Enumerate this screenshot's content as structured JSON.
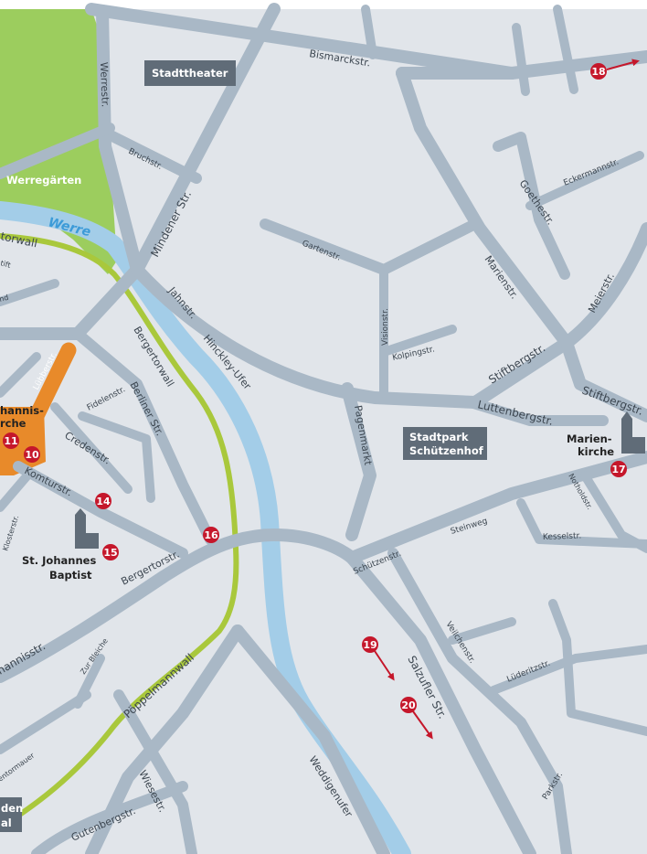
{
  "colors": {
    "background": "#e1e5ea",
    "road": "#a9b8c6",
    "river": "#a3cde8",
    "river_label": "#3c9bd8",
    "park": "#9ccd5e",
    "ring_path": "#a9c83c",
    "pedestrian_zone": "#e88a2a",
    "marker": "#c5172b",
    "label_box": "#606c78",
    "church_icon": "#606c78"
  },
  "rivers": [
    {
      "id": "werre",
      "label": "Werre"
    }
  ],
  "parks": [
    {
      "id": "werregaerten",
      "label": "Werregärten"
    }
  ],
  "boxed_labels": [
    {
      "id": "stadttheater",
      "lines": [
        "Stadttheater"
      ]
    },
    {
      "id": "stadtpark",
      "lines": [
        "Stadtpark",
        "Schützenhof"
      ]
    },
    {
      "id": "baden",
      "lines": [
        "den",
        "al"
      ]
    }
  ],
  "streets": {
    "bismarckstr": "Bismarckstr.",
    "werrestr": "Werrestr.",
    "bruchstr": "Bruchstr.",
    "mindener_str": "Mindener Str.",
    "gartenstr": "Gartenstr.",
    "goethestr": "Goethestr.",
    "eckermannstr": "Eckermannstr.",
    "marienstr": "Marienstr.",
    "meierstr": "Meierstr.",
    "visionstr": "Visionstr.",
    "kolpingstr": "Kolpingstr.",
    "stiftbergstr": "Stiftbergstr.",
    "stiftbergstr_2": "Stiftbergstr.",
    "luttenbergstr": "Luttenbergstr.",
    "jahnstr": "Jahnstr.",
    "hinckley_ufer": "Hinckley-Ufer",
    "bergertorwall": "Bergertorwall",
    "bergertorwall_top": "torwall",
    "luebberstr": "Lübberstr.",
    "berliner_str": "Berliner Str.",
    "fidelenstr": "Fidelenstr.",
    "credenstr": "Credenstr.",
    "komturstr": "Komturstr.",
    "klosterstr": "Klosterstr.",
    "bergertorstr": "Bergertorstr.",
    "pagenmarkt": "Pagenmarkt",
    "steinweg": "Steinweg",
    "kesselstr": "Kesselstr.",
    "notholdstr": "Notholdstr.",
    "schuetzenstr": "Schützenstr.",
    "veilchenstr": "Veilchenstr.",
    "luederitzstr": "Lüderitzstr.",
    "salzufler_str": "Salzufler Str.",
    "zur_bleiche": "Zur Bleiche",
    "poeppelmannwall": "Pöppelmannwall",
    "johannisstr": "hannisstr.",
    "wiesestr": "Wiesestr.",
    "gutenbergstr": "Gutenbergstr.",
    "weddigenufer": "Weddigenufer",
    "parkstr": "Parkstr.",
    "entormauer": "entormauer",
    "stift_frag": "tift",
    "nd_frag": "nd"
  },
  "places": {
    "johanniskirche": [
      "hannis-",
      "rche"
    ],
    "st_johannes_baptist": [
      "St. Johannes",
      "Baptist"
    ],
    "marienkirche": [
      "Marien-",
      "kirche"
    ]
  },
  "markers": [
    "10",
    "11",
    "14",
    "15",
    "16",
    "17",
    "18",
    "19",
    "20"
  ]
}
